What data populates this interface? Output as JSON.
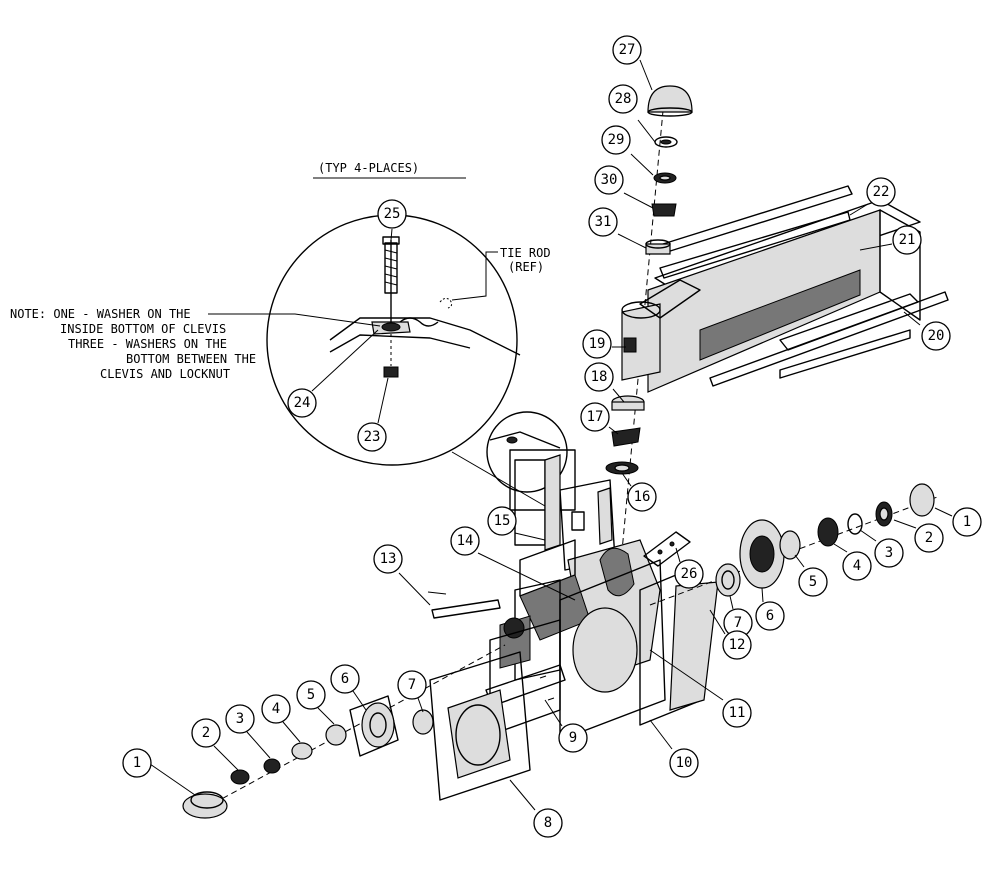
{
  "header": "(TYP 4-PLACES)",
  "tie_rod": [
    "TIE ROD",
    "(REF)"
  ],
  "note": [
    "NOTE: ONE - WASHER ON THE",
    "INSIDE BOTTOM OF CLEVIS",
    "THREE - WASHERS ON THE",
    "BOTTOM BETWEEN THE",
    "CLEVIS AND LOCKNUT"
  ],
  "labels": {
    "b27": "27",
    "b28": "28",
    "b29": "29",
    "b30": "30",
    "b31": "31",
    "b22": "22",
    "b21": "21",
    "b20": "20",
    "b19": "19",
    "b18": "18",
    "b17": "17",
    "b16": "16",
    "b25": "25",
    "b24": "24",
    "b23": "23",
    "b15": "15",
    "b13": "13",
    "b14": "14",
    "b26": "26",
    "b1r": "1",
    "b2r": "2",
    "b3r": "3",
    "b4r": "4",
    "b5r": "5",
    "b6r": "6",
    "b7r": "7",
    "b12": "12",
    "b11": "11",
    "b10": "10",
    "b9": "9",
    "b8": "8",
    "b7l": "7",
    "b6l": "6",
    "b5l": "5",
    "b4l": "4",
    "b3l": "3",
    "b2l": "2",
    "b1l": "1"
  }
}
